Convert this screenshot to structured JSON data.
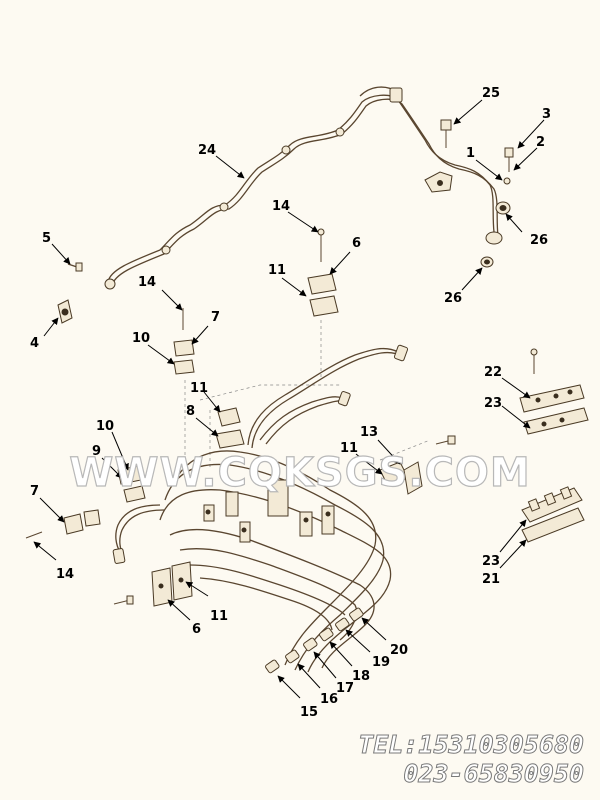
{
  "watermark": "WWW.CQKSGS.COM",
  "footer": {
    "tel": "TEL:15310305680",
    "phone2": "023-65830950"
  },
  "callouts": {
    "c1": "1",
    "c2": "2",
    "c3": "3",
    "c4": "4",
    "c5": "5",
    "c6a": "6",
    "c6b": "6",
    "c7a": "7",
    "c7b": "7",
    "c8": "8",
    "c9": "9",
    "c10a": "10",
    "c10b": "10",
    "c11a": "11",
    "c11b": "11",
    "c11c": "11",
    "c11d": "11",
    "c13": "13",
    "c14a": "14",
    "c14b": "14",
    "c14c": "14",
    "c15": "15",
    "c16": "16",
    "c17": "17",
    "c18": "18",
    "c19": "19",
    "c20": "20",
    "c21": "21",
    "c22": "22",
    "c23a": "23",
    "c23b": "23",
    "c24": "24",
    "c25": "25",
    "c26a": "26",
    "c26b": "26"
  },
  "colors": {
    "background": "#fdfaf2",
    "line": "#5a4630"
  }
}
